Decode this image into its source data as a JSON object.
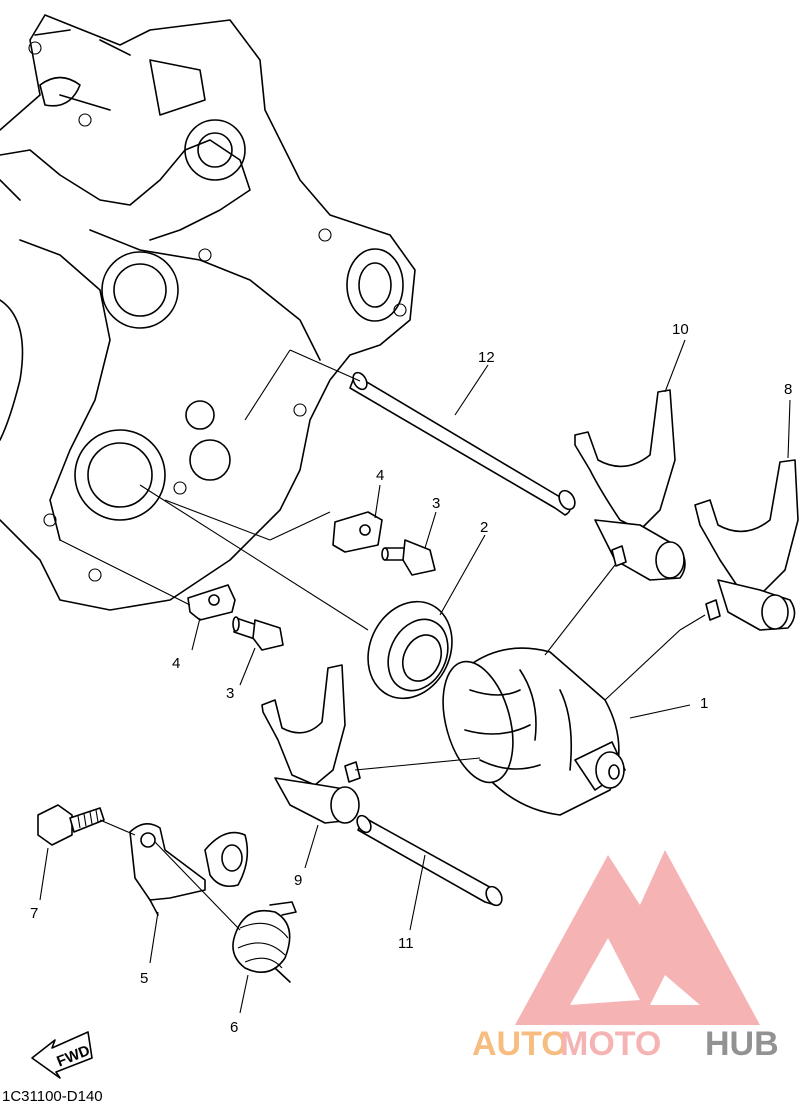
{
  "callouts": {
    "p1": "1",
    "p2": "2",
    "p3a": "3",
    "p3b": "3",
    "p4a": "4",
    "p4b": "4",
    "p5": "5",
    "p6": "6",
    "p7": "7",
    "p8": "8",
    "p9": "9",
    "p10": "10",
    "p11": "11",
    "p12": "12"
  },
  "direction_label": "FWD",
  "diagram_code": "1C31100-D140",
  "watermark": {
    "part1": "AUTO",
    "part2": "MOTO",
    "part3": "HUB",
    "color_orange": "#f6b26b",
    "color_pink": "#f4a6a6",
    "color_gray": "#7f7f7f"
  }
}
